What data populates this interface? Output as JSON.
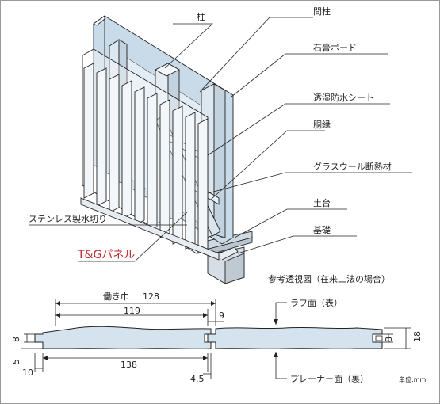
{
  "labels": {
    "pillar": "柱",
    "stud": "間柱",
    "gypsum_board": "石膏ボード",
    "moisture_sheet": "透湿防水シート",
    "furring_strip": "胴縁",
    "glass_wool": "グラスウール断熱材",
    "sill": "土台",
    "foundation": "基礎",
    "flashing": "ステンレス製水切り",
    "panel": "T&Gパネル",
    "caption": "参考透視図（在来工法の場合）"
  },
  "section": {
    "working_width": "働き巾",
    "working_width_value": "128",
    "dim_119": "119",
    "dim_9": "9",
    "dim_138": "138",
    "dim_10": "10",
    "dim_45": "4.5",
    "dim_5": "5",
    "dim_8_left": "8",
    "dim_8_right": "8",
    "dim_18": "18",
    "rough_face": "ラフ面（表）",
    "planer_face": "プレーナー面（裏）",
    "unit": "単位:mm"
  },
  "colors": {
    "board": "#c9dbe8",
    "panel": "#d4e3ee",
    "wool": "#e1ecf4",
    "line": "#222222",
    "red": "#c0282d"
  }
}
